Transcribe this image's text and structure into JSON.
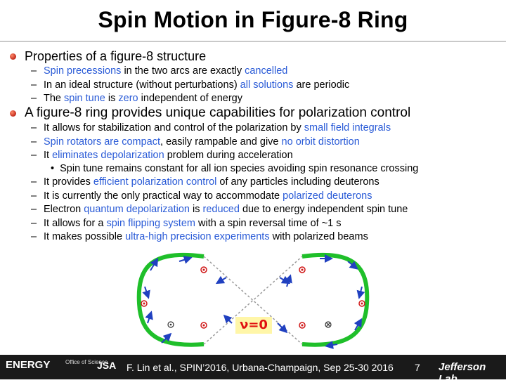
{
  "title": "Spin Motion in Figure-8 Ring",
  "bullets": [
    {
      "text": "Properties of a figure-8 structure",
      "subs": [
        [
          {
            "t": "Spin precessions",
            "b": true
          },
          {
            "t": " in the two arcs are exactly "
          },
          {
            "t": "cancelled",
            "b": true
          }
        ],
        [
          {
            "t": "In an ideal structure (without perturbations) "
          },
          {
            "t": "all solutions",
            "b": true
          },
          {
            "t": " are periodic"
          }
        ],
        [
          {
            "t": "The "
          },
          {
            "t": "spin tune",
            "b": true
          },
          {
            "t": " is "
          },
          {
            "t": "zero",
            "b": true
          },
          {
            "t": " independent of energy"
          }
        ]
      ]
    },
    {
      "text": "A figure-8 ring provides unique capabilities for polarization control",
      "subs": [
        [
          {
            "t": "It allows for stabilization and control of the polarization by "
          },
          {
            "t": "small field integrals",
            "b": true
          }
        ],
        [
          {
            "t": "Spin rotators are compact",
            "b": true
          },
          {
            "t": ", easily rampable and give "
          },
          {
            "t": "no orbit distortion",
            "b": true
          }
        ],
        [
          {
            "t": "It "
          },
          {
            "t": "eliminates depolarization",
            "b": true
          },
          {
            "t": " problem during acceleration"
          }
        ],
        [
          {
            "t": "It provides "
          },
          {
            "t": "efficient polarization control",
            "b": true
          },
          {
            "t": " of any particles including deuterons"
          }
        ],
        [
          {
            "t": "It is currently the only practical way to accommodate "
          },
          {
            "t": "polarized deuterons",
            "b": true
          }
        ],
        [
          {
            "t": "Electron "
          },
          {
            "t": "quantum depolarization",
            "b": true
          },
          {
            "t": " is "
          },
          {
            "t": "reduced",
            "b": true
          },
          {
            "t": " due to energy independent spin tune"
          }
        ],
        [
          {
            "t": "It allows for a "
          },
          {
            "t": "spin flipping system",
            "b": true
          },
          {
            "t": " with a spin reversal time of ~1 s"
          }
        ],
        [
          {
            "t": "It makes possible "
          },
          {
            "t": "ultra-high precision experiments",
            "b": true
          },
          {
            "t": " with polarized beams"
          }
        ]
      ],
      "subsub": "Spin tune remains constant for all ion species avoiding spin resonance crossing"
    }
  ],
  "diagram": {
    "nu_label": "ν=0"
  },
  "footer": {
    "citation": "F. Lin et al., SPIN’2016, Urbana-Champaign, Sep 25-30 2016",
    "page": "7",
    "energy": "ENERGY",
    "office": "Office of Science",
    "jsa": "JSA",
    "jlab": "Jefferson Lab"
  },
  "colors": {
    "accent_blue": "#2a5bd7",
    "ring_green": "#1fbf2a",
    "nu_red": "#e01010"
  }
}
